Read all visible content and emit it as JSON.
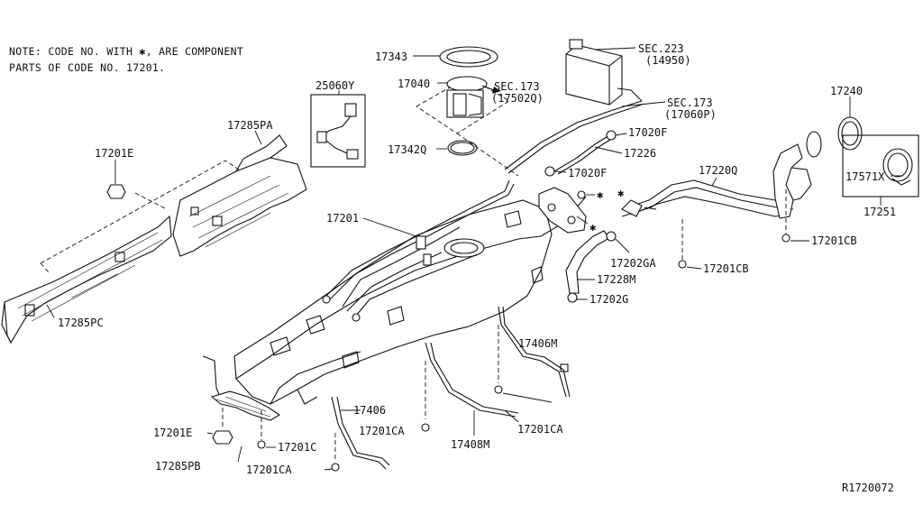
{
  "note": {
    "line1": "NOTE: CODE NO. WITH ✱, ARE COMPONENT",
    "line2": "PARTS OF CODE NO. 17201."
  },
  "labels": {
    "p17343": "17343",
    "p17040": "17040",
    "sec173_a": "SEC.173",
    "sec173_a_sub": "(17502Q)",
    "sec223": "SEC.223",
    "sec223_sub": "(14950)",
    "sec173_b": "SEC.173",
    "sec173_b_sub": "(17060P)",
    "p17240": "17240",
    "p25060Y": "25060Y",
    "p17342Q": "17342Q",
    "p17020F_top": "17020F",
    "p17226": "17226",
    "p17020F_mid": "17020F",
    "p17220Q": "17220Q",
    "p17571X": "17571X",
    "p17251": "17251",
    "p17285PA": "17285PA",
    "p17201E_top": "17201E",
    "p17201": "17201",
    "p17202GA": "17202GA",
    "p17201CB_a": "17201CB",
    "p17201CB_b": "17201CB",
    "p17228M": "17228M",
    "p17202G": "17202G",
    "p17285PC": "17285PC",
    "p17406M": "17406M",
    "p17406": "17406",
    "p17201CA_a": "17201CA",
    "p17201CA_b": "17201CA",
    "p17201E_bot": "17201E",
    "p17201C": "17201C",
    "p17408M": "17408M",
    "p17285PB": "17285PB",
    "p17201CA_c": "17201CA"
  },
  "asterisk": "✱",
  "diagram_id": "R1720072"
}
